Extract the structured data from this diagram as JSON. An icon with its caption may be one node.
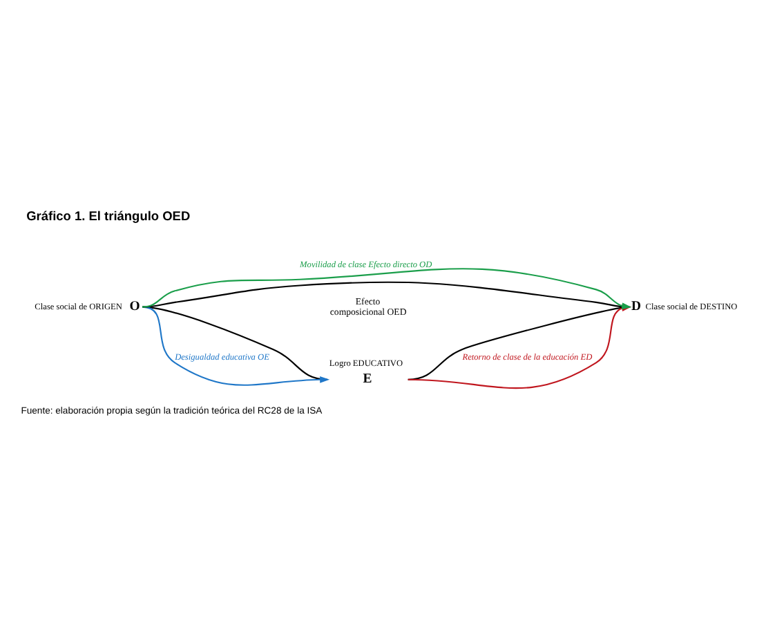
{
  "diagram": {
    "title": "Gráfico 1. El triángulo OED",
    "caption": "Fuente: elaboración propia según la tradición teórica del RC28 de la ISA",
    "nodes": [
      {
        "text": [
          "E"
        ],
        "beside": [
          "Logro EDUCATIVO"
        ]
      },
      {
        "text": [
          "O"
        ],
        "beside": [
          "Clase social de ORIGEN"
        ]
      },
      {
        "text": [
          "D"
        ],
        "beside": [
          "Clase social de DESTINO"
        ]
      }
    ],
    "edges": [
      {
        "from": 1,
        "to": 0,
        "arrow": "none"
      },
      {
        "from": 0,
        "to": 2,
        "arrow": "none"
      },
      {
        "from": 1,
        "to": 2,
        "arrow": "none"
      },
      {
        "from": 1,
        "to": 0,
        "arrow": "to",
        "label": "Desigualdad educativa OE",
        "color": "#1f77c8"
      },
      {
        "from": 0,
        "to": 2,
        "arrow": "to",
        "label": "Retorno de clase de la educación ED",
        "color": "#c0161e"
      },
      {
        "from": 1,
        "to": 2,
        "arrow": "to",
        "label": "Movilidad de clase Efecto directo OD",
        "color": "#1a9e4a"
      }
    ],
    "labels": [
      "Efecto composicional OED"
    ]
  }
}
